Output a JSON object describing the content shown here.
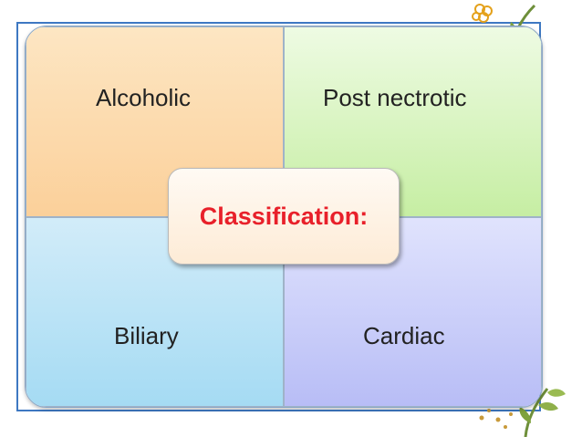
{
  "diagram": {
    "center_label": "Classification:",
    "quadrants": [
      {
        "position": "top-left",
        "label": "Alcoholic"
      },
      {
        "position": "top-right",
        "label": "Post nectrotic"
      },
      {
        "position": "bottom-left",
        "label": "Biliary"
      },
      {
        "position": "bottom-right",
        "label": "Cardiac"
      }
    ]
  },
  "colors": {
    "frame_border": "#3e78c2",
    "center_text": "#e8202a",
    "top_left": "#fbd09a",
    "top_right": "#c6eea3",
    "bottom_left": "#a5dbf3",
    "bottom_right": "#b8bdf6"
  },
  "icons": [
    "floral-decoration-icon",
    "vine-decoration-icon"
  ]
}
